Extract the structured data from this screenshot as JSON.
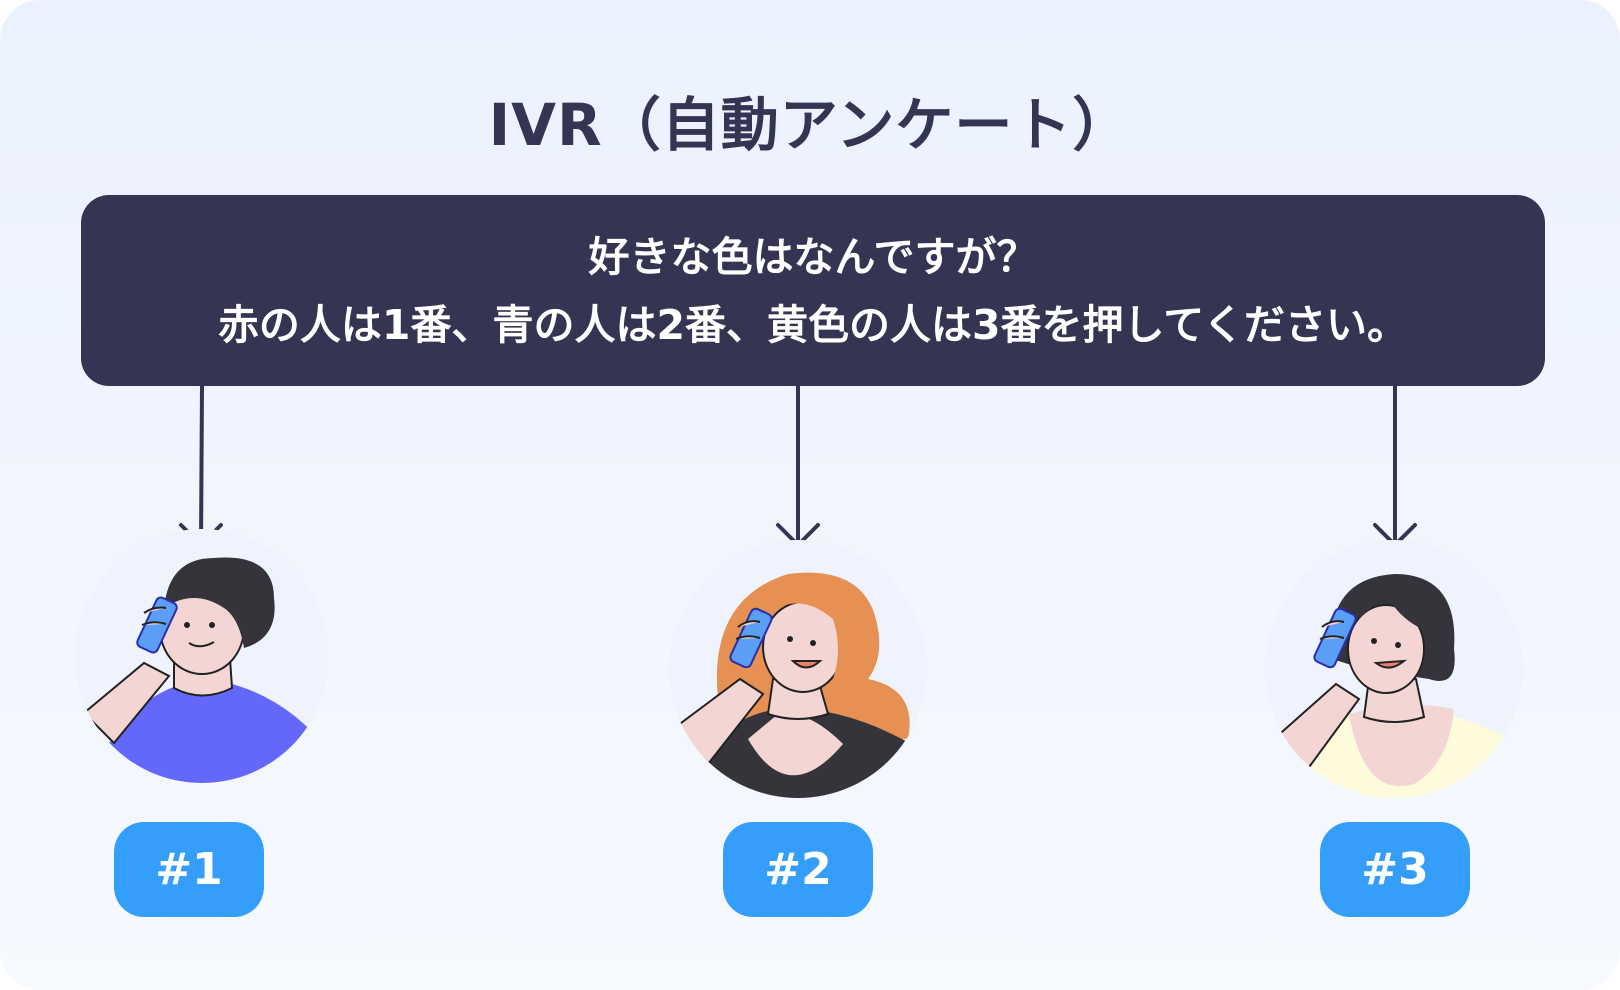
{
  "title": "IVR（自動アンケート）",
  "question": {
    "line1": "好きな色はなんですが？",
    "line2": "赤の人は1番、青の人は2番、黄色の人は3番を押してください。"
  },
  "options": [
    {
      "label": "#1",
      "shirt_color": "#6467fb",
      "hair_color": "#35343b"
    },
    {
      "label": "#2",
      "shirt_color": "#35343b",
      "hair_color": "#e69153"
    },
    {
      "label": "#3",
      "shirt_color": "#fdfbdc",
      "hair_color": "#35343b"
    }
  ],
  "colors": {
    "box": "#353452",
    "badge": "#359efa",
    "arrow": "#353452",
    "skin": "#f3d6d3",
    "phone": "#5b9ef5"
  }
}
